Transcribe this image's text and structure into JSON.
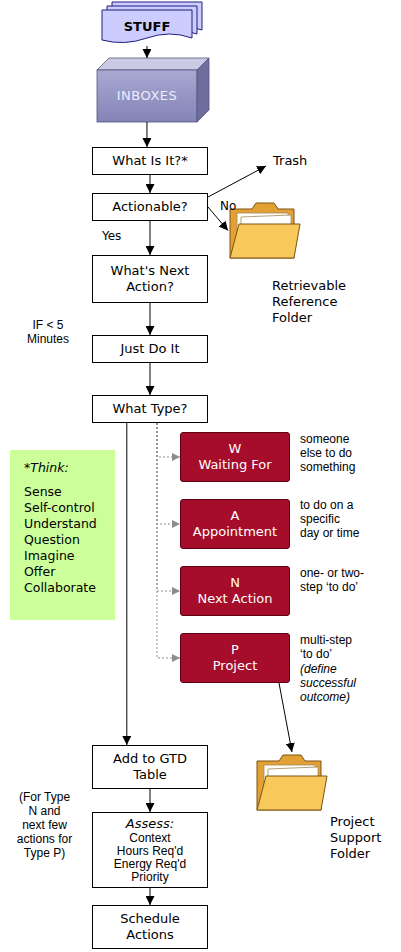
{
  "diagram": {
    "nodes": [
      {
        "text": [
          "STUFF"
        ]
      },
      {
        "text": [
          "INBOXES"
        ]
      },
      {
        "text": [
          "What Is It?*"
        ]
      },
      {
        "text": [
          "Actionable?"
        ]
      },
      {
        "text": [
          "Retrievable Reference Folder"
        ]
      },
      {
        "text": [
          "What's Next Action?"
        ]
      },
      {
        "text": [
          "Just Do It"
        ]
      },
      {
        "text": [
          "What Type?"
        ]
      },
      {
        "text": [
          "*Think:",
          "Sense Self-control Understand Question Imagine Offer Collaborate"
        ]
      },
      {
        "text": [
          "W",
          "Waiting For"
        ]
      },
      {
        "text": [
          "A",
          "Appointment"
        ]
      },
      {
        "text": [
          "N",
          "Next Action"
        ]
      },
      {
        "text": [
          "P",
          "Project"
        ]
      },
      {
        "text": [
          "Add to GTD Table"
        ]
      },
      {
        "text": [
          "Project Support Folder"
        ]
      },
      {
        "text": [
          "Assess:",
          "Context Hours Req'd Energy Req'd Priority"
        ]
      },
      {
        "text": [
          "Schedule Actions"
        ]
      }
    ],
    "edges": [
      {
        "from": 0,
        "to": 1,
        "arrow": "to"
      },
      {
        "from": 1,
        "to": 2,
        "arrow": "to"
      },
      {
        "from": 2,
        "to": 3,
        "arrow": "to"
      },
      {
        "from": 3,
        "to": 4,
        "label": "No",
        "arrow": "to"
      },
      {
        "from": 3,
        "to": 5,
        "label": "Yes",
        "arrow": "to"
      },
      {
        "from": 5,
        "to": 6,
        "arrow": "to"
      },
      {
        "from": 6,
        "to": 7,
        "arrow": "to"
      },
      {
        "from": 7,
        "to": 9,
        "arrow": "to"
      },
      {
        "from": 7,
        "to": 10,
        "arrow": "to"
      },
      {
        "from": 7,
        "to": 11,
        "arrow": "to"
      },
      {
        "from": 7,
        "to": 12,
        "arrow": "to"
      },
      {
        "from": 7,
        "to": 13,
        "arrow": "to"
      },
      {
        "from": 12,
        "to": 14,
        "arrow": "to"
      },
      {
        "from": 13,
        "to": 15,
        "arrow": "to"
      },
      {
        "from": 15,
        "to": 16,
        "arrow": "to"
      }
    ],
    "labels": [
      "Trash",
      "IF < 5 Minutes",
      "someone else to do something",
      "to do on a specific day or time",
      "one- or two-step ‘to do’",
      "multi-step ‘to do’",
      "(define successful outcome)",
      "(For Type N and next few actions for Type P)"
    ]
  }
}
